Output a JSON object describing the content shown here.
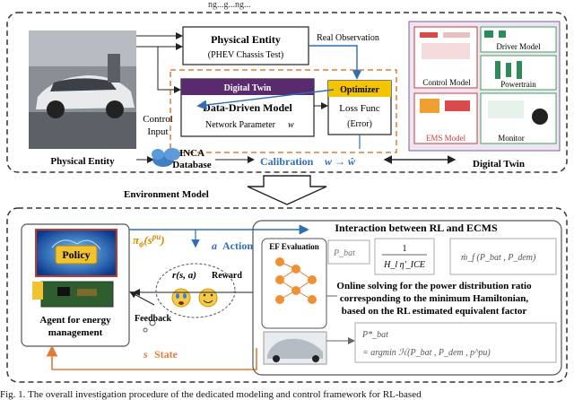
{
  "header_text": "ng...g...ng...",
  "top": {
    "physical_entity_box_title": "Physical Entity",
    "physical_entity_box_sub": "(PHEV Chassis Test)",
    "real_observation": "Real Observation",
    "digital_twin_tag": "Digital Twin",
    "data_driven_model": "Data-Driven Model",
    "network_parameter": "Network Parameter",
    "network_parameter_symbol": "w",
    "optimizer": "Optimizer",
    "loss_func": "Loss Func",
    "loss_error": "(Error)",
    "control_input_line1": "Control",
    "control_input_line2": "Input",
    "physical_entity_label": "Physical Entity",
    "inca_line1": "INCA",
    "inca_line2": "Database",
    "calibration": "Calibration",
    "calibration_expr": "w → ŵ",
    "digital_twin_label": "Digital Twin",
    "panel": {
      "driver_model": "Driver Model",
      "control_model": "Control Model",
      "powertrain": "Powertrain",
      "ems_model": "EMS Model",
      "monitor": "Monitor"
    }
  },
  "environment_model": "Environment Model",
  "bottom": {
    "policy": "Policy",
    "policy_expr": "π",
    "policy_sub": "ϕ",
    "policy_arg": "(s",
    "policy_arg_sup": "pu",
    "policy_arg_close": ")",
    "action_symbol": "a",
    "action_label": "Action",
    "reward_expr": "r(s, a)",
    "reward_label": "Reward",
    "feedback": "Feedback",
    "agent_line1": "Agent for energy",
    "agent_line2": "management",
    "state_symbol": "s",
    "state_label": "State",
    "interaction_title": "Interaction between RL and ECMS",
    "ef_evaluation": "EF Evaluation",
    "online_line1": "Online solving for the power distribution ratio",
    "online_line2": "corresponding to the minimum Hamiltonian,",
    "online_line3": "based on the RL estimated equivalent factor",
    "formula_pbat": "P_bat",
    "formula_frac_num": "1",
    "formula_frac_den": "H_l η'_ICE",
    "formula_mf": "ṁ_f (P_bat , P_dem)",
    "formula_pbat_star": "P*_bat",
    "formula_argmin": "= argmin ℋ(P_bat , P_dem , p^pu)"
  },
  "caption": "Fig. 1. The overall investigation procedure of the dedicated modeling and control framework for RL-based"
}
